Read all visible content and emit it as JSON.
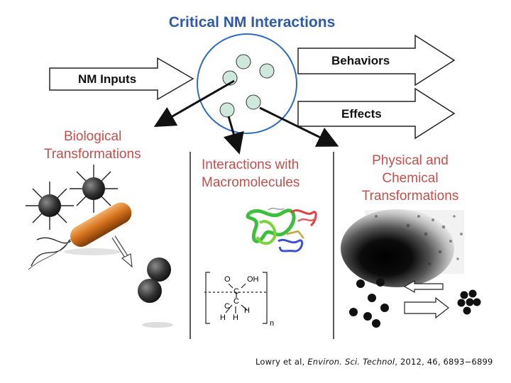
{
  "title": "Critical NM Interactions",
  "arrows": {
    "inputs": "NM Inputs",
    "behaviors": "Behaviors",
    "effects": "Effects"
  },
  "panels": {
    "biological": [
      "Biological",
      "Transformations"
    ],
    "macromolecules": [
      "Interactions with",
      "Macromolecules"
    ],
    "physchem": [
      "Physical and",
      "Chemical",
      "Transformations"
    ]
  },
  "structure_labels": {
    "o": "O",
    "oh": "OH",
    "c1": "C",
    "c2": "C",
    "c3": "C",
    "h1": "H",
    "h2": "H",
    "h3": "H",
    "n": "n"
  },
  "citation": {
    "authors": "Lowry et al, ",
    "journal": "Environ. Sci. Technol",
    "details": ", 2012, 46, 6893−6899"
  },
  "colors": {
    "title": "#2e5aa8",
    "panel_titles": "#c0504d",
    "circle_fill": "#cfe8dc",
    "circle_stroke": "#2f6bc4"
  }
}
